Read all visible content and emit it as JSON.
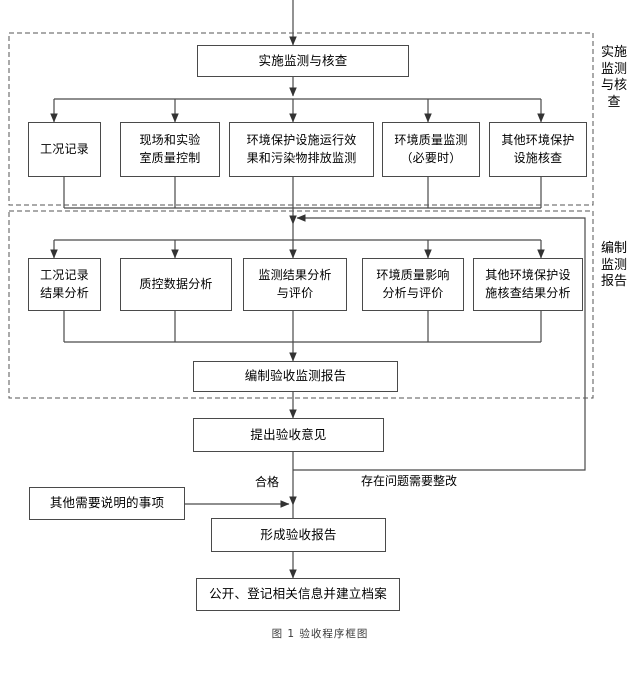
{
  "figure": {
    "caption": "图 1  验收程序框图",
    "entry_arrow": "incoming-flow-from-previous-stage"
  },
  "bands": [
    {
      "id": "band-implement",
      "label": "实施监测与核查"
    },
    {
      "id": "band-report",
      "label": "编制监测报告"
    }
  ],
  "nodes": {
    "implement_header": "实施监测与核查",
    "row1": [
      "工况记录",
      "现场和实验\n室质量控制",
      "环境保护设施运行效\n果和污染物排放监测",
      "环境质量监测\n（必要时）",
      "其他环境保护\n设施核查"
    ],
    "row2": [
      "工况记录\n结果分析",
      "质控数据分析",
      "监测结果分析\n与评价",
      "环境质量影响\n分析与评价",
      "其他环境保护设\n施核查结果分析"
    ],
    "compile_report": "编制验收监测报告",
    "propose_opinion": "提出验收意见",
    "other_matters": "其他需要说明的事项",
    "form_report": "形成验收报告",
    "publish_archive": "公开、登记相关信息并建立档案"
  },
  "edge_labels": {
    "pass": "合格",
    "rectify": "存在问题需要整改"
  },
  "colors": {
    "line": "#4a4a4a",
    "dashed_band": "#555555",
    "text": "#000000",
    "background": "#ffffff"
  }
}
